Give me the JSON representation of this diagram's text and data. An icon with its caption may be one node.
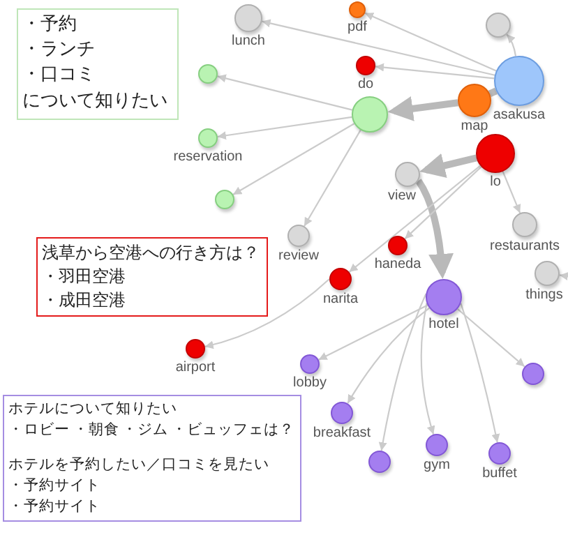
{
  "diagram": {
    "nodes": [
      {
        "text": [
          "・予約",
          "・ランチ",
          "・口コミ",
          "について知りたい"
        ]
      },
      {
        "text": [],
        "shape": "circle",
        "beside": [
          "pdf"
        ]
      },
      {
        "text": [],
        "shape": "circle",
        "beside": [
          "lunch"
        ]
      },
      {
        "text": [],
        "shape": "circle"
      },
      {
        "text": [],
        "shape": "circle",
        "beside": [
          "do"
        ]
      },
      {
        "text": [],
        "shape": "circle"
      },
      {
        "text": [],
        "shape": "circle",
        "beside": [
          "asakusa"
        ]
      },
      {
        "text": [],
        "shape": "circle",
        "beside": [
          "map"
        ]
      },
      {
        "text": [],
        "shape": "circle"
      },
      {
        "text": [],
        "shape": "circle",
        "beside": [
          "reservation"
        ]
      },
      {
        "text": [],
        "shape": "circle",
        "beside": [
          "lo"
        ]
      },
      {
        "text": [],
        "shape": "circle",
        "beside": [
          "view"
        ]
      },
      {
        "text": [],
        "shape": "circle"
      },
      {
        "text": [],
        "shape": "circle",
        "beside": [
          "restaurants"
        ]
      },
      {
        "text": [],
        "shape": "circle",
        "beside": [
          "review"
        ]
      },
      {
        "text": [],
        "shape": "circle",
        "beside": [
          "haneda"
        ]
      },
      {
        "text": [
          "浅草から空港への行き方は？",
          "・羽田空港",
          "・成田空港"
        ]
      },
      {
        "text": [],
        "shape": "circle",
        "beside": [
          "things"
        ]
      },
      {
        "text": [],
        "shape": "circle",
        "beside": [
          "narita"
        ]
      },
      {
        "text": [],
        "shape": "circle",
        "beside": [
          "hotel"
        ]
      },
      {
        "text": [],
        "shape": "circle",
        "beside": [
          "airport"
        ]
      },
      {
        "text": [
          "ホテルについて知りたい",
          "・ロビー ・朝食 ・ジム ・ビュッフェは？",
          "ホテルを予約したい／口コミを見たい",
          "・予約サイト",
          "・予約サイト"
        ]
      },
      {
        "text": [],
        "shape": "circle",
        "beside": [
          "lobby"
        ]
      },
      {
        "text": [],
        "shape": "circle"
      },
      {
        "text": [],
        "shape": "circle",
        "beside": [
          "breakfast"
        ]
      },
      {
        "text": [],
        "shape": "circle",
        "beside": [
          "gym"
        ]
      },
      {
        "text": [],
        "shape": "circle",
        "beside": [
          "buffet"
        ]
      },
      {
        "text": [],
        "shape": "circle"
      }
    ],
    "edges": [
      {
        "from": 6,
        "to": 2,
        "arrow": "to"
      },
      {
        "from": 6,
        "to": 1,
        "arrow": "to"
      },
      {
        "from": 6,
        "to": 3,
        "arrow": "to"
      },
      {
        "from": 6,
        "to": 4,
        "arrow": "to"
      },
      {
        "from": 6,
        "to": 7,
        "arrow": "none",
        "style": "thick"
      },
      {
        "from": 7,
        "to": 8,
        "arrow": "to",
        "style": "thick"
      },
      {
        "from": 8,
        "to": 5,
        "arrow": "to"
      },
      {
        "from": 8,
        "to": 9,
        "arrow": "to"
      },
      {
        "from": 8,
        "to": 12,
        "arrow": "to"
      },
      {
        "from": 8,
        "to": 14,
        "arrow": "to"
      },
      {
        "from": 10,
        "to": 11,
        "arrow": "to",
        "style": "thick"
      },
      {
        "from": 11,
        "to": 19,
        "arrow": "to",
        "style": "thick"
      },
      {
        "from": 10,
        "to": 15,
        "arrow": "to"
      },
      {
        "from": 10,
        "to": 18,
        "arrow": "to"
      },
      {
        "from": 10,
        "to": 13,
        "arrow": "to"
      },
      {
        "from": 18,
        "to": 20,
        "arrow": "to"
      },
      {
        "from": null,
        "to": 17,
        "arrow": "to"
      },
      {
        "from": 19,
        "to": 22,
        "arrow": "to"
      },
      {
        "from": 19,
        "to": 24,
        "arrow": "to"
      },
      {
        "from": 19,
        "to": 27,
        "arrow": "to"
      },
      {
        "from": 19,
        "to": 25,
        "arrow": "to"
      },
      {
        "from": 19,
        "to": 26,
        "arrow": "to"
      },
      {
        "from": 19,
        "to": 23,
        "arrow": "to"
      }
    ]
  }
}
